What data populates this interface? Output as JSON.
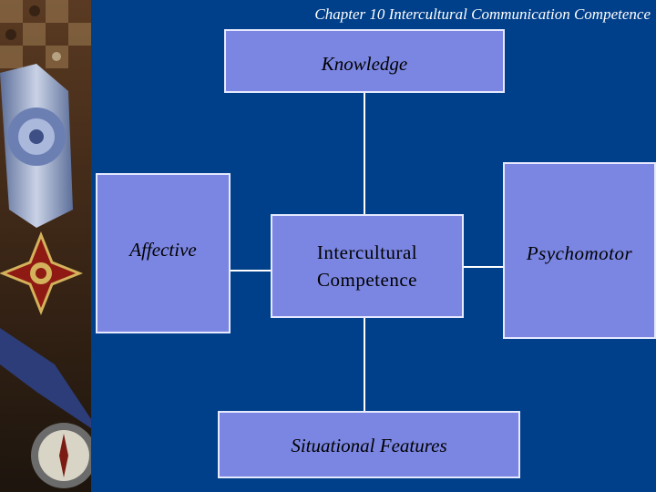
{
  "slide": {
    "title": "Chapter 10  Intercultural Communication Competence"
  },
  "diagram": {
    "nodes": {
      "knowledge": "Knowledge",
      "affective": "Affective",
      "center_line1": "Intercultural",
      "center_line2": "Competence",
      "psychomotor": "Psychomotor",
      "situational": "Situational Features"
    }
  },
  "colors": {
    "background": "#003f8a",
    "box_fill": "#7b86e2",
    "box_border": "#e6e9ff",
    "connector": "#ffffff"
  }
}
